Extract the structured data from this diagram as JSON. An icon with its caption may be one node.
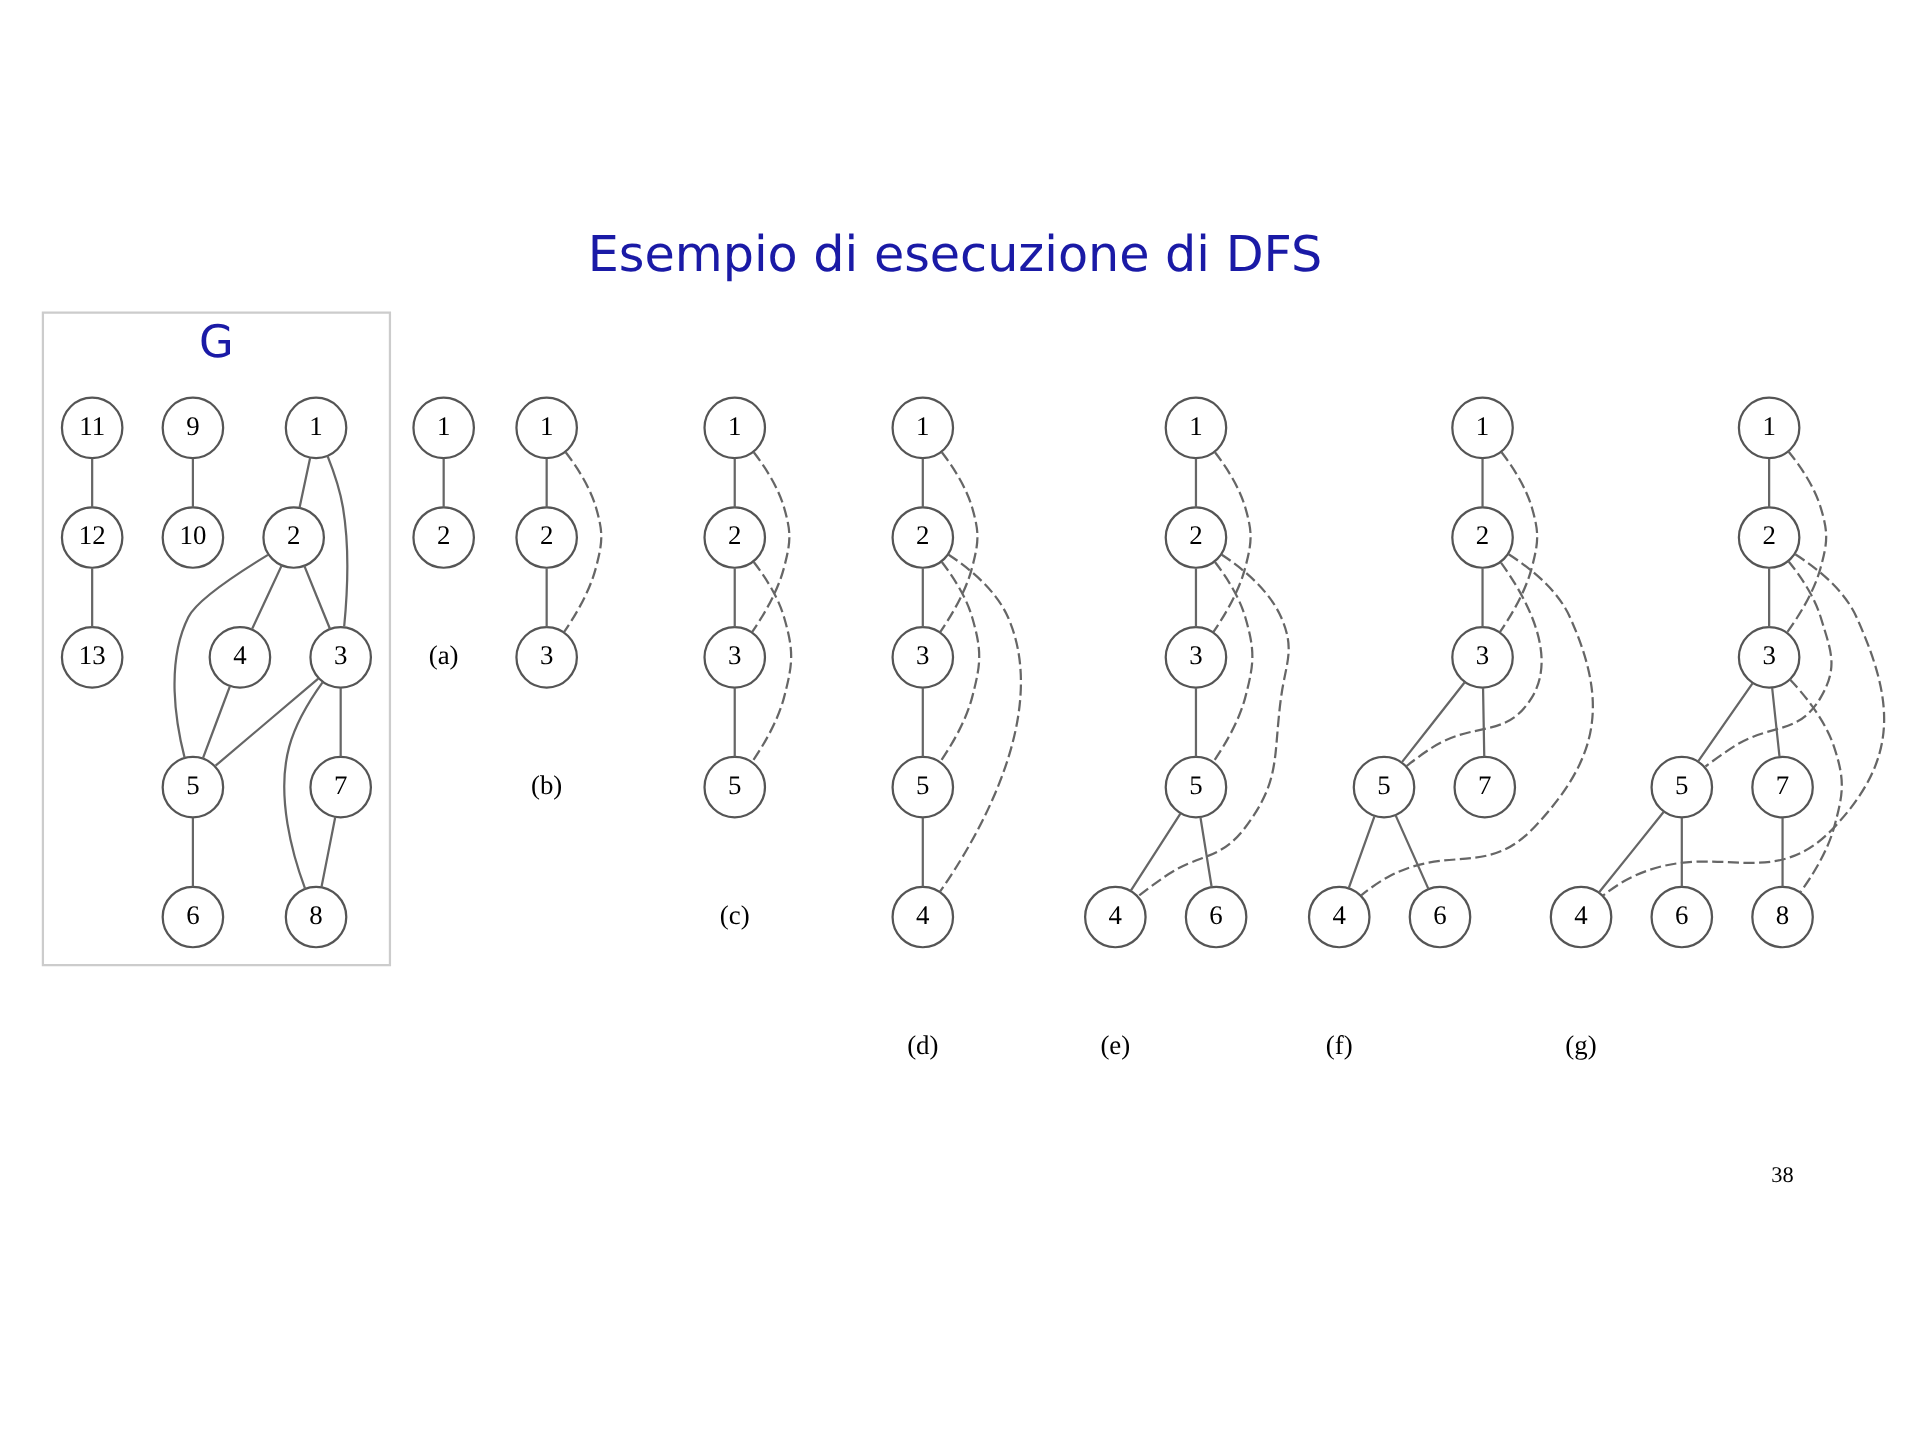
{
  "diagram": {
    "title": "Esempio di esecuzione di DFS",
    "nodes": [
      {
        "text": [
          "G"
        ]
      },
      {
        "text": [
          "1"
        ],
        "in": 0
      },
      {
        "text": [
          "2"
        ],
        "in": 0
      },
      {
        "text": [
          "3"
        ],
        "in": 0
      },
      {
        "text": [
          "4"
        ],
        "in": 0
      },
      {
        "text": [
          "5"
        ],
        "in": 0
      },
      {
        "text": [
          "6"
        ],
        "in": 0
      },
      {
        "text": [
          "7"
        ],
        "in": 0
      },
      {
        "text": [
          "8"
        ],
        "in": 0
      },
      {
        "text": [
          "9"
        ],
        "in": 0
      },
      {
        "text": [
          "10"
        ],
        "in": 0
      },
      {
        "text": [
          "11"
        ],
        "in": 0
      },
      {
        "text": [
          "12"
        ],
        "in": 0
      },
      {
        "text": [
          "13"
        ],
        "in": 0
      },
      {
        "text": [
          "1"
        ]
      },
      {
        "text": [
          "2"
        ]
      },
      {
        "text": [
          "1"
        ]
      },
      {
        "text": [
          "2"
        ]
      },
      {
        "text": [
          "3"
        ]
      },
      {
        "text": [
          "1"
        ]
      },
      {
        "text": [
          "2"
        ]
      },
      {
        "text": [
          "3"
        ]
      },
      {
        "text": [
          "5"
        ]
      },
      {
        "text": [
          "1"
        ]
      },
      {
        "text": [
          "2"
        ]
      },
      {
        "text": [
          "3"
        ]
      },
      {
        "text": [
          "5"
        ]
      },
      {
        "text": [
          "4"
        ]
      },
      {
        "text": [
          "1"
        ]
      },
      {
        "text": [
          "2"
        ]
      },
      {
        "text": [
          "3"
        ]
      },
      {
        "text": [
          "5"
        ]
      },
      {
        "text": [
          "4"
        ]
      },
      {
        "text": [
          "6"
        ]
      },
      {
        "text": [
          "1"
        ]
      },
      {
        "text": [
          "2"
        ]
      },
      {
        "text": [
          "3"
        ]
      },
      {
        "text": [
          "5"
        ]
      },
      {
        "text": [
          "7"
        ]
      },
      {
        "text": [
          "4"
        ]
      },
      {
        "text": [
          "6"
        ]
      },
      {
        "text": [
          "1"
        ]
      },
      {
        "text": [
          "2"
        ]
      },
      {
        "text": [
          "3"
        ]
      },
      {
        "text": [
          "5"
        ]
      },
      {
        "text": [
          "7"
        ]
      },
      {
        "text": [
          "4"
        ]
      },
      {
        "text": [
          "6"
        ]
      },
      {
        "text": [
          "8"
        ]
      }
    ],
    "edges": [
      {
        "from": 1,
        "to": 2,
        "arrow": "none"
      },
      {
        "from": 1,
        "to": 3,
        "arrow": "none"
      },
      {
        "from": 2,
        "to": 3,
        "arrow": "none"
      },
      {
        "from": 2,
        "to": 4,
        "arrow": "none"
      },
      {
        "from": 2,
        "to": 5,
        "arrow": "none"
      },
      {
        "from": 3,
        "to": 5,
        "arrow": "none"
      },
      {
        "from": 3,
        "to": 7,
        "arrow": "none"
      },
      {
        "from": 3,
        "to": 8,
        "arrow": "none"
      },
      {
        "from": 7,
        "to": 8,
        "arrow": "none"
      },
      {
        "from": 4,
        "to": 5,
        "arrow": "none"
      },
      {
        "from": 5,
        "to": 6,
        "arrow": "none"
      },
      {
        "from": 9,
        "to": 10,
        "arrow": "none"
      },
      {
        "from": 11,
        "to": 12,
        "arrow": "none"
      },
      {
        "from": 12,
        "to": 13,
        "arrow": "none"
      },
      {
        "from": 14,
        "to": 15,
        "arrow": "none"
      },
      {
        "from": 16,
        "to": 17,
        "arrow": "none"
      },
      {
        "from": 17,
        "to": 18,
        "arrow": "none"
      },
      {
        "from": 16,
        "to": 18,
        "arrow": "none",
        "style": "dashed"
      },
      {
        "from": 19,
        "to": 20,
        "arrow": "none"
      },
      {
        "from": 20,
        "to": 21,
        "arrow": "none"
      },
      {
        "from": 21,
        "to": 22,
        "arrow": "none"
      },
      {
        "from": 19,
        "to": 21,
        "arrow": "none",
        "style": "dashed"
      },
      {
        "from": 20,
        "to": 22,
        "arrow": "none",
        "style": "dashed"
      },
      {
        "from": 23,
        "to": 24,
        "arrow": "none"
      },
      {
        "from": 24,
        "to": 25,
        "arrow": "none"
      },
      {
        "from": 25,
        "to": 26,
        "arrow": "none"
      },
      {
        "from": 26,
        "to": 27,
        "arrow": "none"
      },
      {
        "from": 23,
        "to": 25,
        "arrow": "none",
        "style": "dashed"
      },
      {
        "from": 24,
        "to": 26,
        "arrow": "none",
        "style": "dashed"
      },
      {
        "from": 24,
        "to": 27,
        "arrow": "none",
        "style": "dashed"
      },
      {
        "from": 28,
        "to": 29,
        "arrow": "none"
      },
      {
        "from": 29,
        "to": 30,
        "arrow": "none"
      },
      {
        "from": 30,
        "to": 31,
        "arrow": "none"
      },
      {
        "from": 31,
        "to": 32,
        "arrow": "none"
      },
      {
        "from": 31,
        "to": 33,
        "arrow": "none"
      },
      {
        "from": 28,
        "to": 30,
        "arrow": "none",
        "style": "dashed"
      },
      {
        "from": 29,
        "to": 31,
        "arrow": "none",
        "style": "dashed"
      },
      {
        "from": 29,
        "to": 32,
        "arrow": "none",
        "style": "dashed"
      },
      {
        "from": 34,
        "to": 35,
        "arrow": "none"
      },
      {
        "from": 35,
        "to": 36,
        "arrow": "none"
      },
      {
        "from": 36,
        "to": 37,
        "arrow": "none"
      },
      {
        "from": 36,
        "to": 38,
        "arrow": "none"
      },
      {
        "from": 37,
        "to": 39,
        "arrow": "none"
      },
      {
        "from": 37,
        "to": 40,
        "arrow": "none"
      },
      {
        "from": 34,
        "to": 36,
        "arrow": "none",
        "style": "dashed"
      },
      {
        "from": 35,
        "to": 37,
        "arrow": "none",
        "style": "dashed"
      },
      {
        "from": 35,
        "to": 39,
        "arrow": "none",
        "style": "dashed"
      },
      {
        "from": 41,
        "to": 42,
        "arrow": "none"
      },
      {
        "from": 42,
        "to": 43,
        "arrow": "none"
      },
      {
        "from": 43,
        "to": 44,
        "arrow": "none"
      },
      {
        "from": 43,
        "to": 45,
        "arrow": "none"
      },
      {
        "from": 44,
        "to": 46,
        "arrow": "none"
      },
      {
        "from": 44,
        "to": 47,
        "arrow": "none"
      },
      {
        "from": 45,
        "to": 48,
        "arrow": "none"
      },
      {
        "from": 41,
        "to": 43,
        "arrow": "none",
        "style": "dashed"
      },
      {
        "from": 42,
        "to": 44,
        "arrow": "none",
        "style": "dashed"
      },
      {
        "from": 42,
        "to": 46,
        "arrow": "none",
        "style": "dashed"
      },
      {
        "from": 43,
        "to": 48,
        "arrow": "none",
        "style": "dashed"
      }
    ],
    "labels": [
      "(a)",
      "(b)",
      "(c)",
      "(d)",
      "(e)",
      "(f)",
      "(g)",
      "38"
    ]
  }
}
